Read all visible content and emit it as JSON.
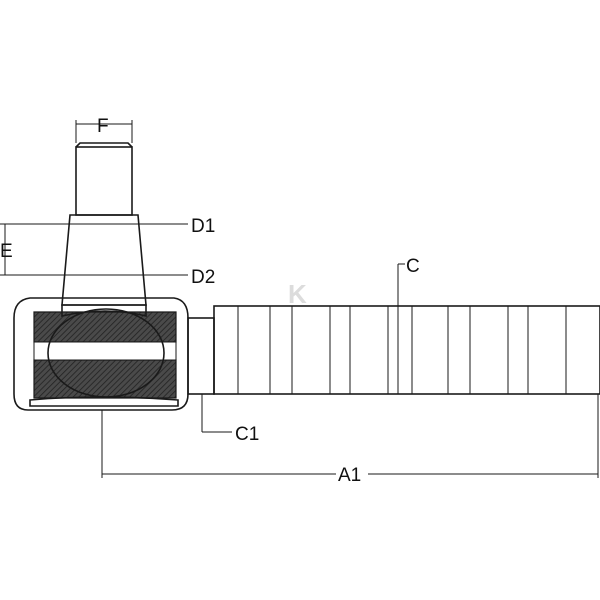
{
  "diagram": {
    "labels": {
      "f": "F",
      "d1": "D1",
      "d2": "D2",
      "e": "E",
      "c": "C",
      "c1": "C1",
      "a1": "A1"
    },
    "watermark": "K",
    "colors": {
      "line": "#1a1a1a",
      "hatch_gray": "#bdbdbd",
      "section_dark": "#3a3a3a",
      "fill": "#ffffff"
    }
  }
}
